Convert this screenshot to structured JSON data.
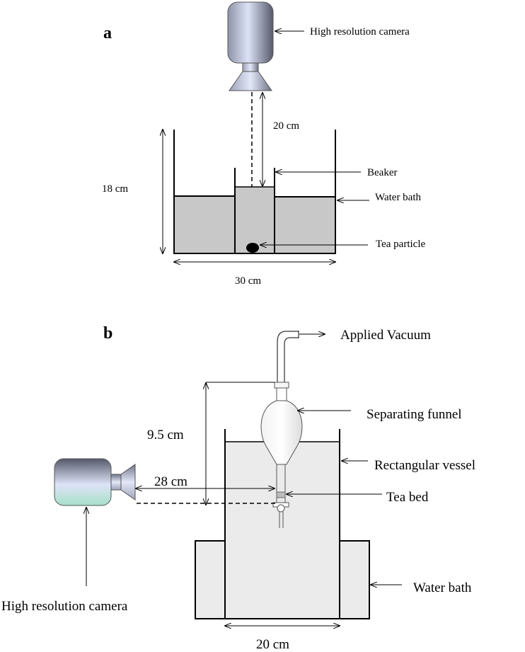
{
  "panel_a": {
    "label": "a",
    "camera_label": "High resolution camera",
    "distance_camera": "20 cm",
    "beaker_label": "Beaker",
    "height": "18 cm",
    "water_bath_label": "Water bath",
    "tea_particle_label": "Tea particle",
    "width": "30 cm"
  },
  "panel_b": {
    "label": "b",
    "vacuum_label": "Applied Vacuum",
    "funnel_label": "Separating funnel",
    "height": "9.5 cm",
    "vessel_label": "Rectangular vessel",
    "distance_camera": "28 cm",
    "tea_bed_label": "Tea bed",
    "water_bath_label": "Water bath",
    "camera_label": "High resolution camera",
    "width": "20 cm"
  },
  "colors": {
    "water": "#c8c8c8",
    "vessel": "#ebebeb",
    "camera_dark": "#5a5a6a",
    "camera_light": "#dde3f7"
  }
}
